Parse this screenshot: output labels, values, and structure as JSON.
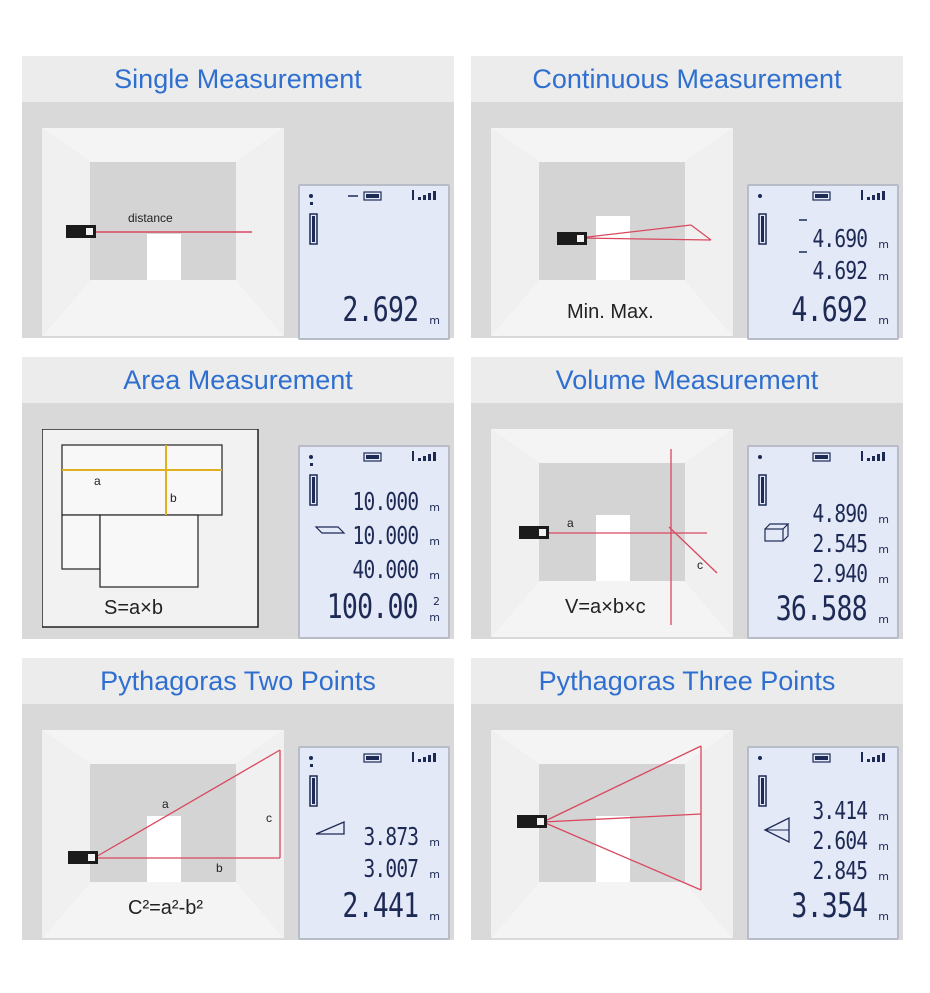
{
  "panels": [
    {
      "title": "Single Measurement",
      "scene_labels": {
        "distance": "distance"
      },
      "lcd": {
        "rows": [
          {
            "value": "2.692",
            "unit": "m"
          }
        ]
      }
    },
    {
      "title": "Continuous Measurement",
      "scene_labels": {
        "caption": "Min. Max."
      },
      "lcd": {
        "rows": [
          {
            "value": "4.690",
            "unit": "m"
          },
          {
            "value": "4.692",
            "unit": "m"
          },
          {
            "value": "4.692",
            "unit": "m"
          }
        ]
      }
    },
    {
      "title": "Area Measurement",
      "scene_labels": {
        "a": "a",
        "b": "b",
        "caption": "S=a×b"
      },
      "lcd": {
        "rows": [
          {
            "value": "10.000",
            "unit": "m"
          },
          {
            "value": "10.000",
            "unit": "m"
          },
          {
            "value": "40.000",
            "unit": "m"
          },
          {
            "value": "100.00",
            "unit": "m",
            "unit_sup": "2"
          }
        ]
      }
    },
    {
      "title": "Volume Measurement",
      "scene_labels": {
        "a": "a",
        "c": "c",
        "caption": "V=a×b×c"
      },
      "lcd": {
        "rows": [
          {
            "value": "4.890",
            "unit": "m"
          },
          {
            "value": "2.545",
            "unit": "m"
          },
          {
            "value": "2.940",
            "unit": "m"
          },
          {
            "value": "36.588",
            "unit": "m"
          }
        ]
      }
    },
    {
      "title": "Pythagoras Two Points",
      "scene_labels": {
        "a": "a",
        "b": "b",
        "c": "c",
        "caption": "C²=a²-b²"
      },
      "lcd": {
        "rows": [
          {
            "value": "3.873",
            "unit": "m"
          },
          {
            "value": "3.007",
            "unit": "m"
          },
          {
            "value": "2.441",
            "unit": "m"
          }
        ]
      }
    },
    {
      "title": "Pythagoras Three Points",
      "scene_labels": {},
      "lcd": {
        "rows": [
          {
            "value": "3.414",
            "unit": "m"
          },
          {
            "value": "2.604",
            "unit": "m"
          },
          {
            "value": "2.845",
            "unit": "m"
          },
          {
            "value": "3.354",
            "unit": "m"
          }
        ]
      }
    }
  ],
  "icons": {
    "laser_device": "laser-rangefinder-icon",
    "battery": "battery-icon",
    "signal": "signal-bars-icon",
    "laser_dot": "laser-indicator-icon",
    "reference": "reference-bar-icon",
    "area": "area-parallelogram-icon",
    "volume": "volume-box-icon",
    "triangle2": "pythagoras-two-point-icon",
    "triangle3": "pythagoras-three-point-icon"
  },
  "colors": {
    "title": "#2f6fd0",
    "laser": "#d9485f",
    "lcd_bg": "#e4e9f7",
    "lcd_text": "#1d2a55",
    "area_lines": "#e0b020"
  }
}
